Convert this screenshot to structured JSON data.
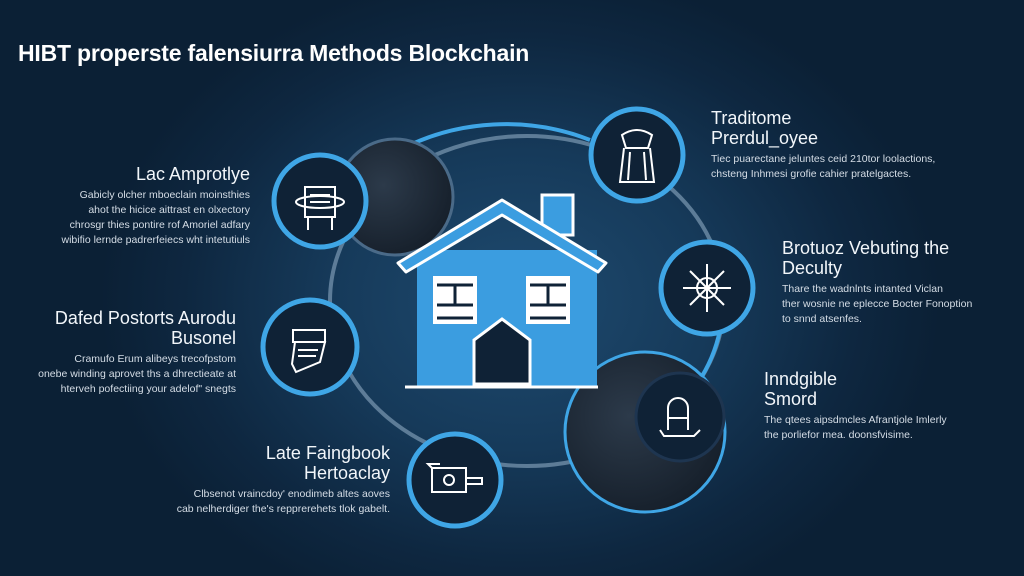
{
  "title": "HIBT properste falensiurra Methods Blockchain",
  "left_items": [
    {
      "heading": "Lac Amprotlye",
      "body": [
        "Gabicly olcher mboeclain moinsthies",
        "ahot the hicice aittrast en olxectory",
        "chrosgr thies pontire rof Amoriel adfary",
        "wibifio lernde padrerfeiecs wht intetutiuls"
      ],
      "icon": "document-press-icon"
    },
    {
      "heading": "Dafed Postorts Aurodu Busonel",
      "body": [
        "Cramufo Erum alibeys trecofpstom",
        "onebe winding aprovet ths a dhrectieate at",
        "hterveh pofectiing your adelof\" snegts"
      ],
      "icon": "contract-scroll-icon"
    },
    {
      "heading": "Late Faingbook Hertoaclay",
      "body": [
        "Clbsenot vraincdoy' enodimeb altes aoves",
        "cab nelherdiger the's repprerehets tlok gabelt."
      ],
      "icon": "tokenized-deed-icon"
    }
  ],
  "right_items": [
    {
      "heading": "Traditome Prerdul_oyee",
      "body": [
        "Tiec puarectane jeluntes ceid 210tor loolactions,",
        "chsteng Inhmesi grofie cahier pratelgactes."
      ],
      "icon": "paperwork-stack-icon"
    },
    {
      "heading": "Brotuoz Vebuting the Deculty",
      "body": [
        "Thare the wadnlnts intanted Viclan",
        "ther wosnie ne eplecce Bocter Fonoption",
        "to snnd atsenfes."
      ],
      "icon": "network-node-icon"
    },
    {
      "heading": "Inndgible Smord",
      "body": [
        "The qtees aipsdmcles Afrantjole Imlerly",
        "the porliefor mea. doonsfvisime."
      ],
      "icon": "lock-icon"
    }
  ],
  "colors": {
    "accent": "#3fa6e6",
    "house": "#3b9de0",
    "bg": "#0e2740"
  }
}
